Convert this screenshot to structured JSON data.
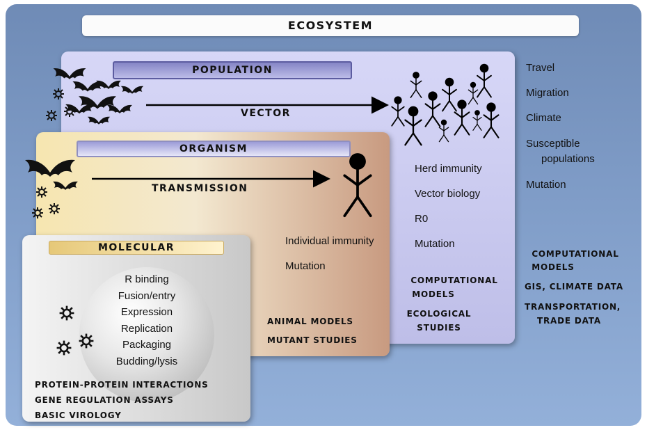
{
  "ecosystem": {
    "title": "ECOSYSTEM"
  },
  "population": {
    "title": "POPULATION",
    "arrow_label": "VECTOR",
    "factors": [
      "Herd immunity",
      "Vector biology",
      "R0",
      "Mutation"
    ],
    "methods": [
      "COMPUTATIONAL",
      "MODELS",
      "ECOLOGICAL",
      "STUDIES"
    ]
  },
  "organism": {
    "title": "ORGANISM",
    "arrow_label": "TRANSMISSION",
    "factors": [
      "Individual immunity",
      "Mutation"
    ],
    "methods": [
      "ANIMAL MODELS",
      "MUTANT STUDIES"
    ]
  },
  "molecular": {
    "title": "MOLECULAR",
    "steps": [
      "R binding",
      "Fusion/entry",
      "Expression",
      "Replication",
      "Packaging",
      "Budding/lysis"
    ],
    "methods": [
      "PROTEIN-PROTEIN INTERACTIONS",
      "GENE REGULATION ASSAYS",
      "BASIC VIROLOGY"
    ]
  },
  "ecosystem_side": {
    "factors": [
      "Travel",
      "Migration",
      "Climate",
      "Susceptible",
      "populations",
      "Mutation"
    ],
    "methods": [
      "COMPUTATIONAL",
      "MODELS",
      "GIS, CLIMATE DATA",
      "TRANSPORTATION,",
      "TRADE DATA"
    ]
  },
  "icons": [
    "bat-icon",
    "virus-icon",
    "person-icon",
    "arrow-right-icon"
  ],
  "colors": {
    "background": "#7f9cc7",
    "population_panel": "#cacaf0",
    "organism_panel": "#f3e2bd",
    "molecular_panel": "#e2e2e2"
  }
}
